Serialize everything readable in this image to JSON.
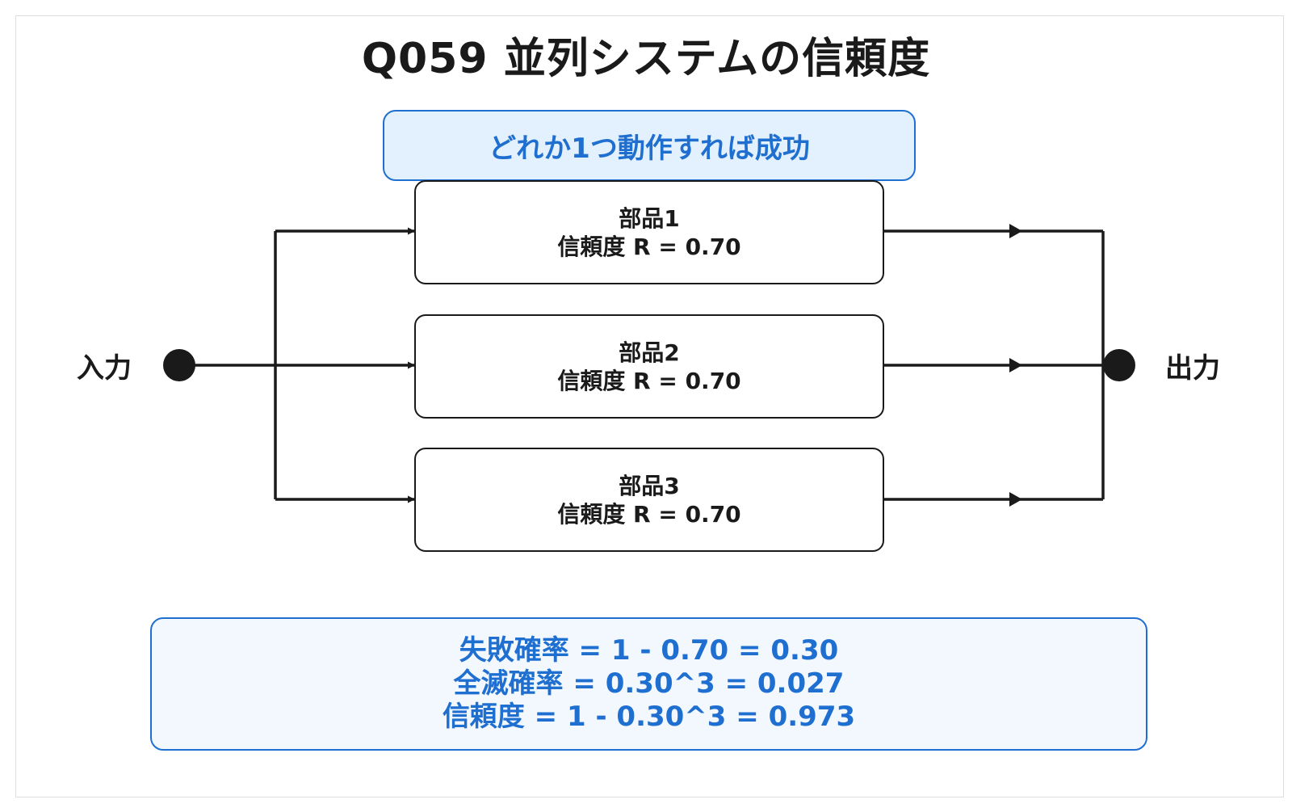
{
  "title": "Q059 並列システムの信頼度",
  "note": "どれか1つ動作すれば成功",
  "input_label": "入力",
  "output_label": "出力",
  "components": [
    {
      "name": "部品1",
      "reliability": "信頼度 R = 0.70"
    },
    {
      "name": "部品2",
      "reliability": "信頼度 R = 0.70"
    },
    {
      "name": "部品3",
      "reliability": "信頼度 R = 0.70"
    }
  ],
  "calculation": [
    "失敗確率 = 1 - 0.70 = 0.30",
    "全滅確率 = 0.30^3 = 0.027",
    "信頼度 = 1 - 0.30^3 = 0.973"
  ],
  "colors": {
    "line": "#1a1a1a",
    "accent": "#1f6fd1",
    "note_fill": "#e3f0fd"
  }
}
